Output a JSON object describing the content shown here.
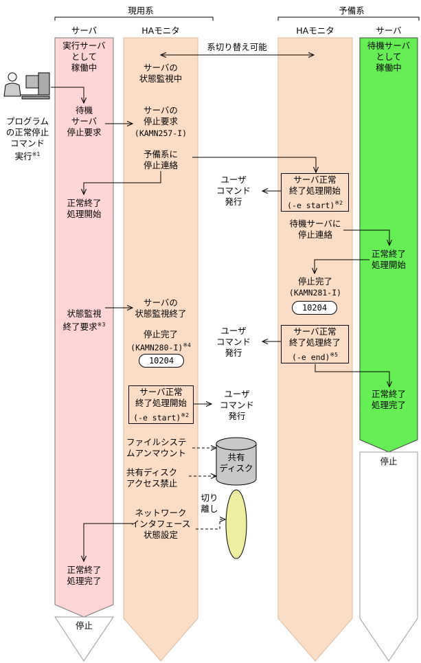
{
  "headers": {
    "active_system": "現用系",
    "standby_system": "予備系",
    "col_server": "サーバ",
    "col_ha_monitor": "HAモニタ"
  },
  "colors": {
    "server_active": "#ffd5d5",
    "ha_monitor": "#fbdcc5",
    "server_standby": "#66ee55",
    "stopped": "#ffffff",
    "disk_gray": "#c8c8c8",
    "network_yellow": "#eeeea0"
  },
  "user": {
    "computer_icon": "user-at-computer-icon",
    "command_label": "プログラム\nの正常停止\nコマンド\n実行",
    "command_note": "※1"
  },
  "active_server": {
    "running": "実行サーバ\nとして\n稼働中",
    "standby_stop_request": "待機\nサーバ\n停止要求",
    "normal_end_start": "正常終了\n処理開始",
    "monitor_end_request": "状態監視\n終了要求",
    "monitor_end_request_note": "※3",
    "normal_end_complete": "正常終了\n処理完了",
    "stopped": "停止"
  },
  "active_ha": {
    "server_monitoring": "サーバの\n状態監視中",
    "server_stop_request": "サーバの\n停止要求",
    "msg_257": "(KAMN257-I)",
    "notify_standby": "予備系に\n停止連絡",
    "server_monitoring_end": "サーバの\n状態監視終了",
    "stop_complete": "停止完了",
    "msg_280": "(KAMN280-I)",
    "msg_280_note": "※4",
    "code_10204": "10204",
    "box_normal_start_title": "サーバ正常\n終了処理開始",
    "box_normal_start_arg": "(-e start)",
    "box_normal_start_note": "※2",
    "unmount_fs": "ファイルシステ\nムアンマウント",
    "disk_access_ban": "共有ディスク\nアクセス禁止",
    "network_setting": "ネットワーク\nインタフェース\n状態設定"
  },
  "switchover_label": "系切り替え可能",
  "user_command": "ユーザ\nコマンド\n発行",
  "shared_disk": "共有\nディスク",
  "isolation": "切り\n離し",
  "standby_ha": {
    "box_normal_start_title": "サーバ正常\n終了処理開始",
    "box_normal_start_arg": "(-e start)",
    "box_normal_start_note": "※2",
    "notify_standby_server": "待機サーバに\n停止連絡",
    "stop_complete": "停止完了",
    "msg_281": "(KAMN281-I)",
    "code_10204": "10204",
    "box_normal_end_title": "サーバ正常\n終了処理終了",
    "box_normal_end_arg": "(-e end)",
    "box_normal_end_note": "※5"
  },
  "standby_server": {
    "running": "待機サーバ\nとして\n稼働中",
    "normal_end_start": "正常終了\n処理開始",
    "normal_end_complete": "正常終了\n処理完了",
    "stopped": "停止"
  }
}
